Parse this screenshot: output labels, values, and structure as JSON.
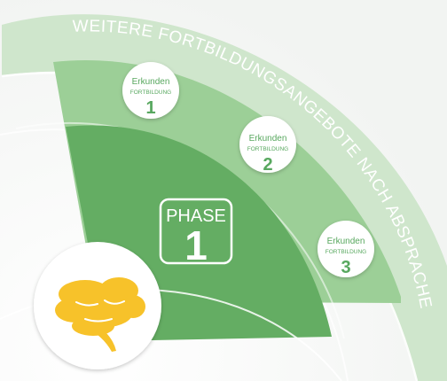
{
  "ring_text": "WEITERE FORTBILDUNGSANGEBOTE NACH ABSPRACHE",
  "phase": {
    "label": "PHASE",
    "number": "1"
  },
  "badges": [
    {
      "title": "Erkunden",
      "subtitle": "FORTBILDUNG",
      "number": "1"
    },
    {
      "title": "Erkunden",
      "subtitle": "FORTBILDUNG",
      "number": "2"
    },
    {
      "title": "Erkunden",
      "subtitle": "FORTBILDUNG",
      "number": "3"
    }
  ],
  "icon": "brain-icon",
  "colors": {
    "outer_ring": "#cfe6cc",
    "middle_band": "#9ccf97",
    "inner_sector": "#64ad63",
    "brain": "#f7c22a",
    "phase_box": "#ffffff"
  }
}
